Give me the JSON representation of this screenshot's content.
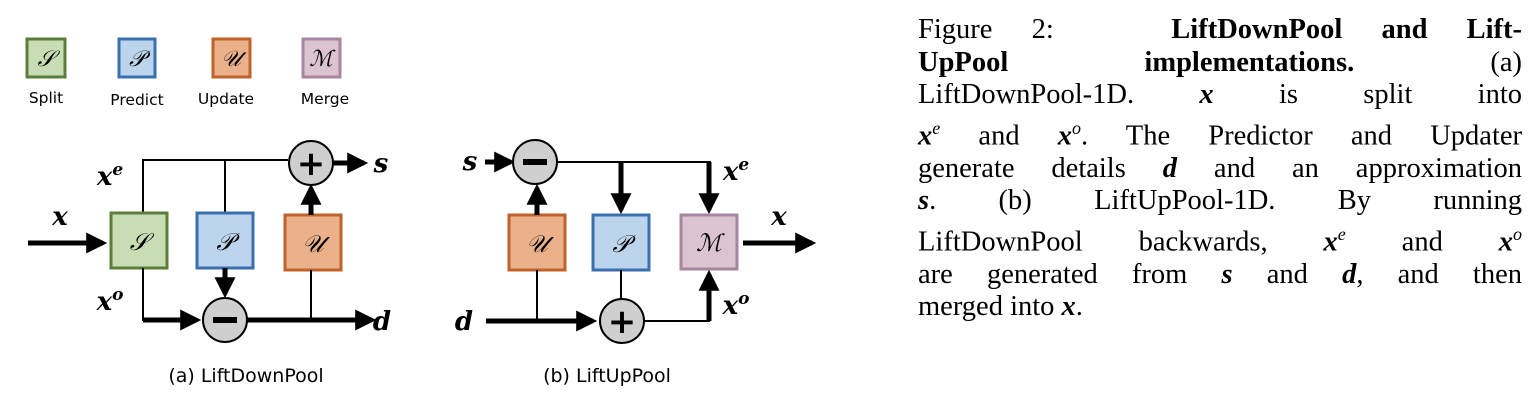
{
  "legend": [
    {
      "symbol": "𝒮",
      "label": "Split",
      "fill": "#c9ddb4",
      "stroke": "#5b7f3a"
    },
    {
      "symbol": "𝒫",
      "label": "Predict",
      "fill": "#bcd4ec",
      "stroke": "#3a6fb0"
    },
    {
      "symbol": "𝒰",
      "label": "Update",
      "fill": "#ebb18a",
      "stroke": "#c0622b"
    },
    {
      "symbol": "ℳ",
      "label": "Merge",
      "fill": "#dcc3d1",
      "stroke": "#a986a0"
    }
  ],
  "colors": {
    "split_fill": "#c9ddb4",
    "split_stroke": "#5b7f3a",
    "predict_fill": "#bcd4ec",
    "predict_stroke": "#3a6fb0",
    "update_fill": "#ebb18a",
    "update_stroke": "#c0622b",
    "merge_fill": "#dcc3d1",
    "merge_stroke": "#a986a0",
    "op_fill": "#cfcfcf"
  },
  "diagram_a": {
    "caption": "(a) LiftDownPool",
    "input_label": "x",
    "even_label": "x",
    "even_sup": "e",
    "odd_label": "x",
    "odd_sup": "o",
    "output_s": "s",
    "output_d": "d",
    "split_symbol": "𝒮",
    "predict_symbol": "𝒫",
    "update_symbol": "𝒰",
    "plus_op": "+",
    "minus_op": "−"
  },
  "diagram_b": {
    "caption": "(b) LiftUpPool",
    "input_s": "s",
    "input_d": "d",
    "even_label": "x",
    "even_sup": "e",
    "odd_label": "x",
    "odd_sup": "o",
    "output_label": "x",
    "update_symbol": "𝒰",
    "predict_symbol": "𝒫",
    "merge_symbol": "ℳ",
    "plus_op": "+",
    "minus_op": "−"
  },
  "caption": {
    "figure_label": "Figure 2:",
    "title": "LiftDownPool and Lift-UpPool implementations.",
    "lines": [
      [
        "Figure 2:",
        "LiftDownPool and Lift-"
      ],
      [
        "UpPool implementations.",
        "(a)"
      ],
      [
        "LiftDownPool-1D.",
        "x",
        "is split into"
      ],
      [
        "x",
        "e",
        "and",
        "x",
        "o",
        ". The Predictor and Updater"
      ],
      [
        "generate details",
        "d",
        "and an approximation"
      ],
      [
        "s",
        ". (b) LiftUpPool-1D. By running"
      ],
      [
        "LiftDownPool backwards,",
        "x",
        "e",
        "and",
        "x",
        "o"
      ],
      [
        "are generated from",
        "s",
        "and",
        "d",
        ", and then"
      ],
      [
        "merged into",
        "x",
        "."
      ]
    ]
  }
}
